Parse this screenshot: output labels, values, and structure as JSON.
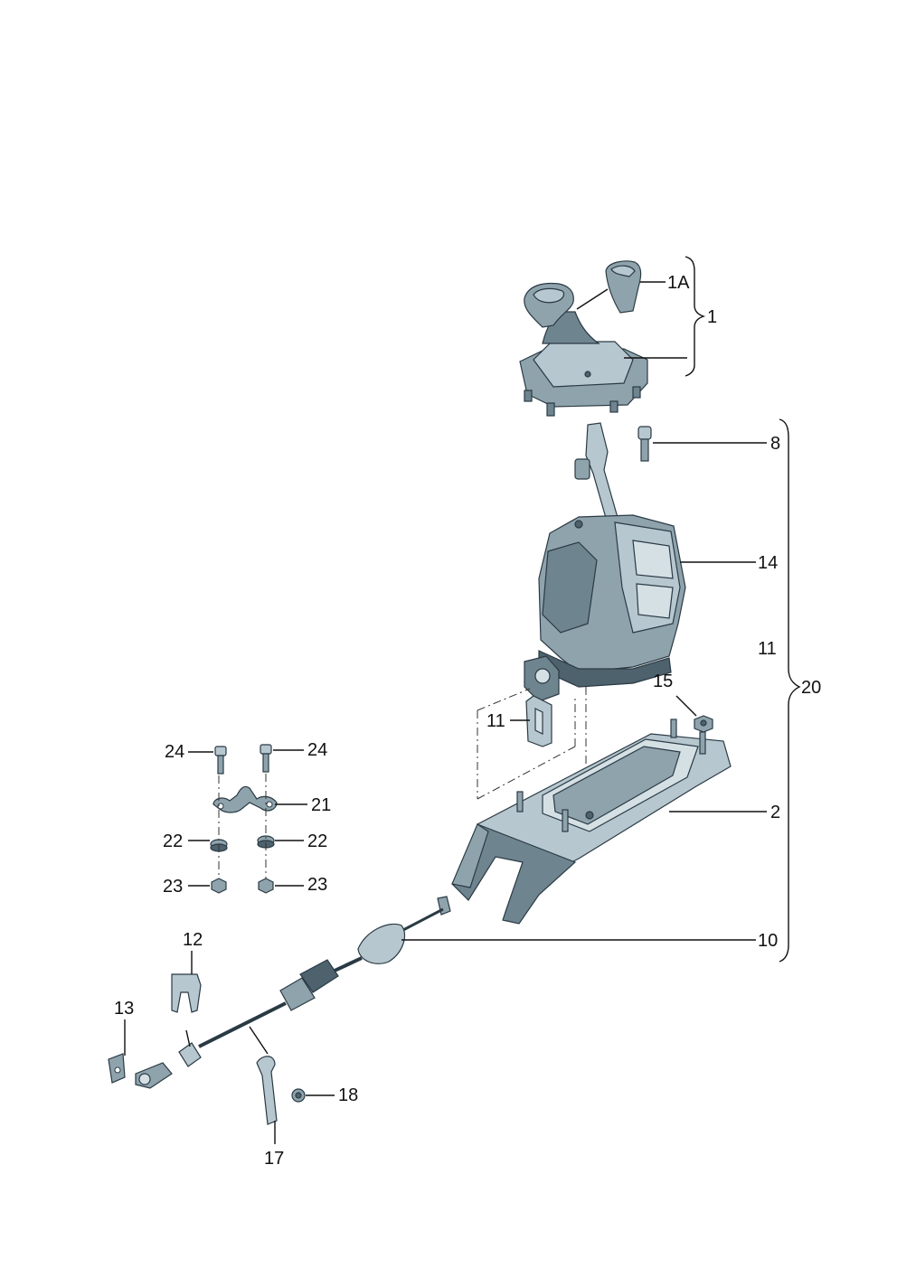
{
  "callouts": {
    "c1A": "1A",
    "c1": "1",
    "c8": "8",
    "c14": "14",
    "c11_right": "11",
    "c20": "20",
    "c15": "15",
    "c11_left": "11",
    "c2": "2",
    "c10": "10",
    "c24_left": "24",
    "c24_right": "24",
    "c21": "21",
    "c22_left": "22",
    "c22_right": "22",
    "c23_left": "23",
    "c23_right": "23",
    "c12": "12",
    "c13": "13",
    "c18": "18",
    "c17": "17"
  },
  "colors": {
    "part_mid": "#8fa3ad",
    "part_light": "#b7c7cf",
    "part_dark": "#4d626d",
    "line": "#111111"
  }
}
